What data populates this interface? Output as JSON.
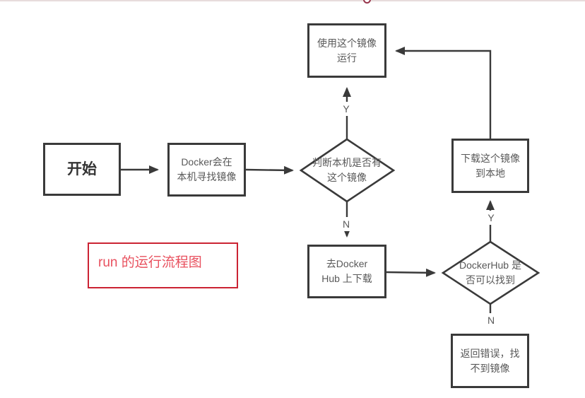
{
  "page": {
    "background": "#ffffff",
    "top_line_color": "#e7dcdc",
    "handle_color": "#96344a"
  },
  "flowchart": {
    "stroke_color": "#3a3a3a",
    "text_color": "#595959",
    "nodes": {
      "start": {
        "label": "开始"
      },
      "find_local": {
        "label": "Docker会在\n本机寻找镜像"
      },
      "check_local": {
        "label": "判断本机是否有\n这个镜像"
      },
      "run_image": {
        "label": "使用这个镜像\n运行"
      },
      "download_hub": {
        "label": "去Docker\nHub 上下载"
      },
      "hub_found": {
        "label": "DockerHub 是\n否可以找到"
      },
      "download_local": {
        "label": "下载这个镜像\n到本地"
      },
      "error": {
        "label": "返回错误，找\n不到镜像"
      }
    },
    "edge_labels": {
      "check_local_yes": "Y",
      "check_local_no": "N",
      "hub_found_yes": "Y",
      "hub_found_no": "N"
    }
  },
  "annotation": {
    "label": "run 的运行流程图",
    "text_color": "#e8505e",
    "border_color": "#cb2333"
  }
}
